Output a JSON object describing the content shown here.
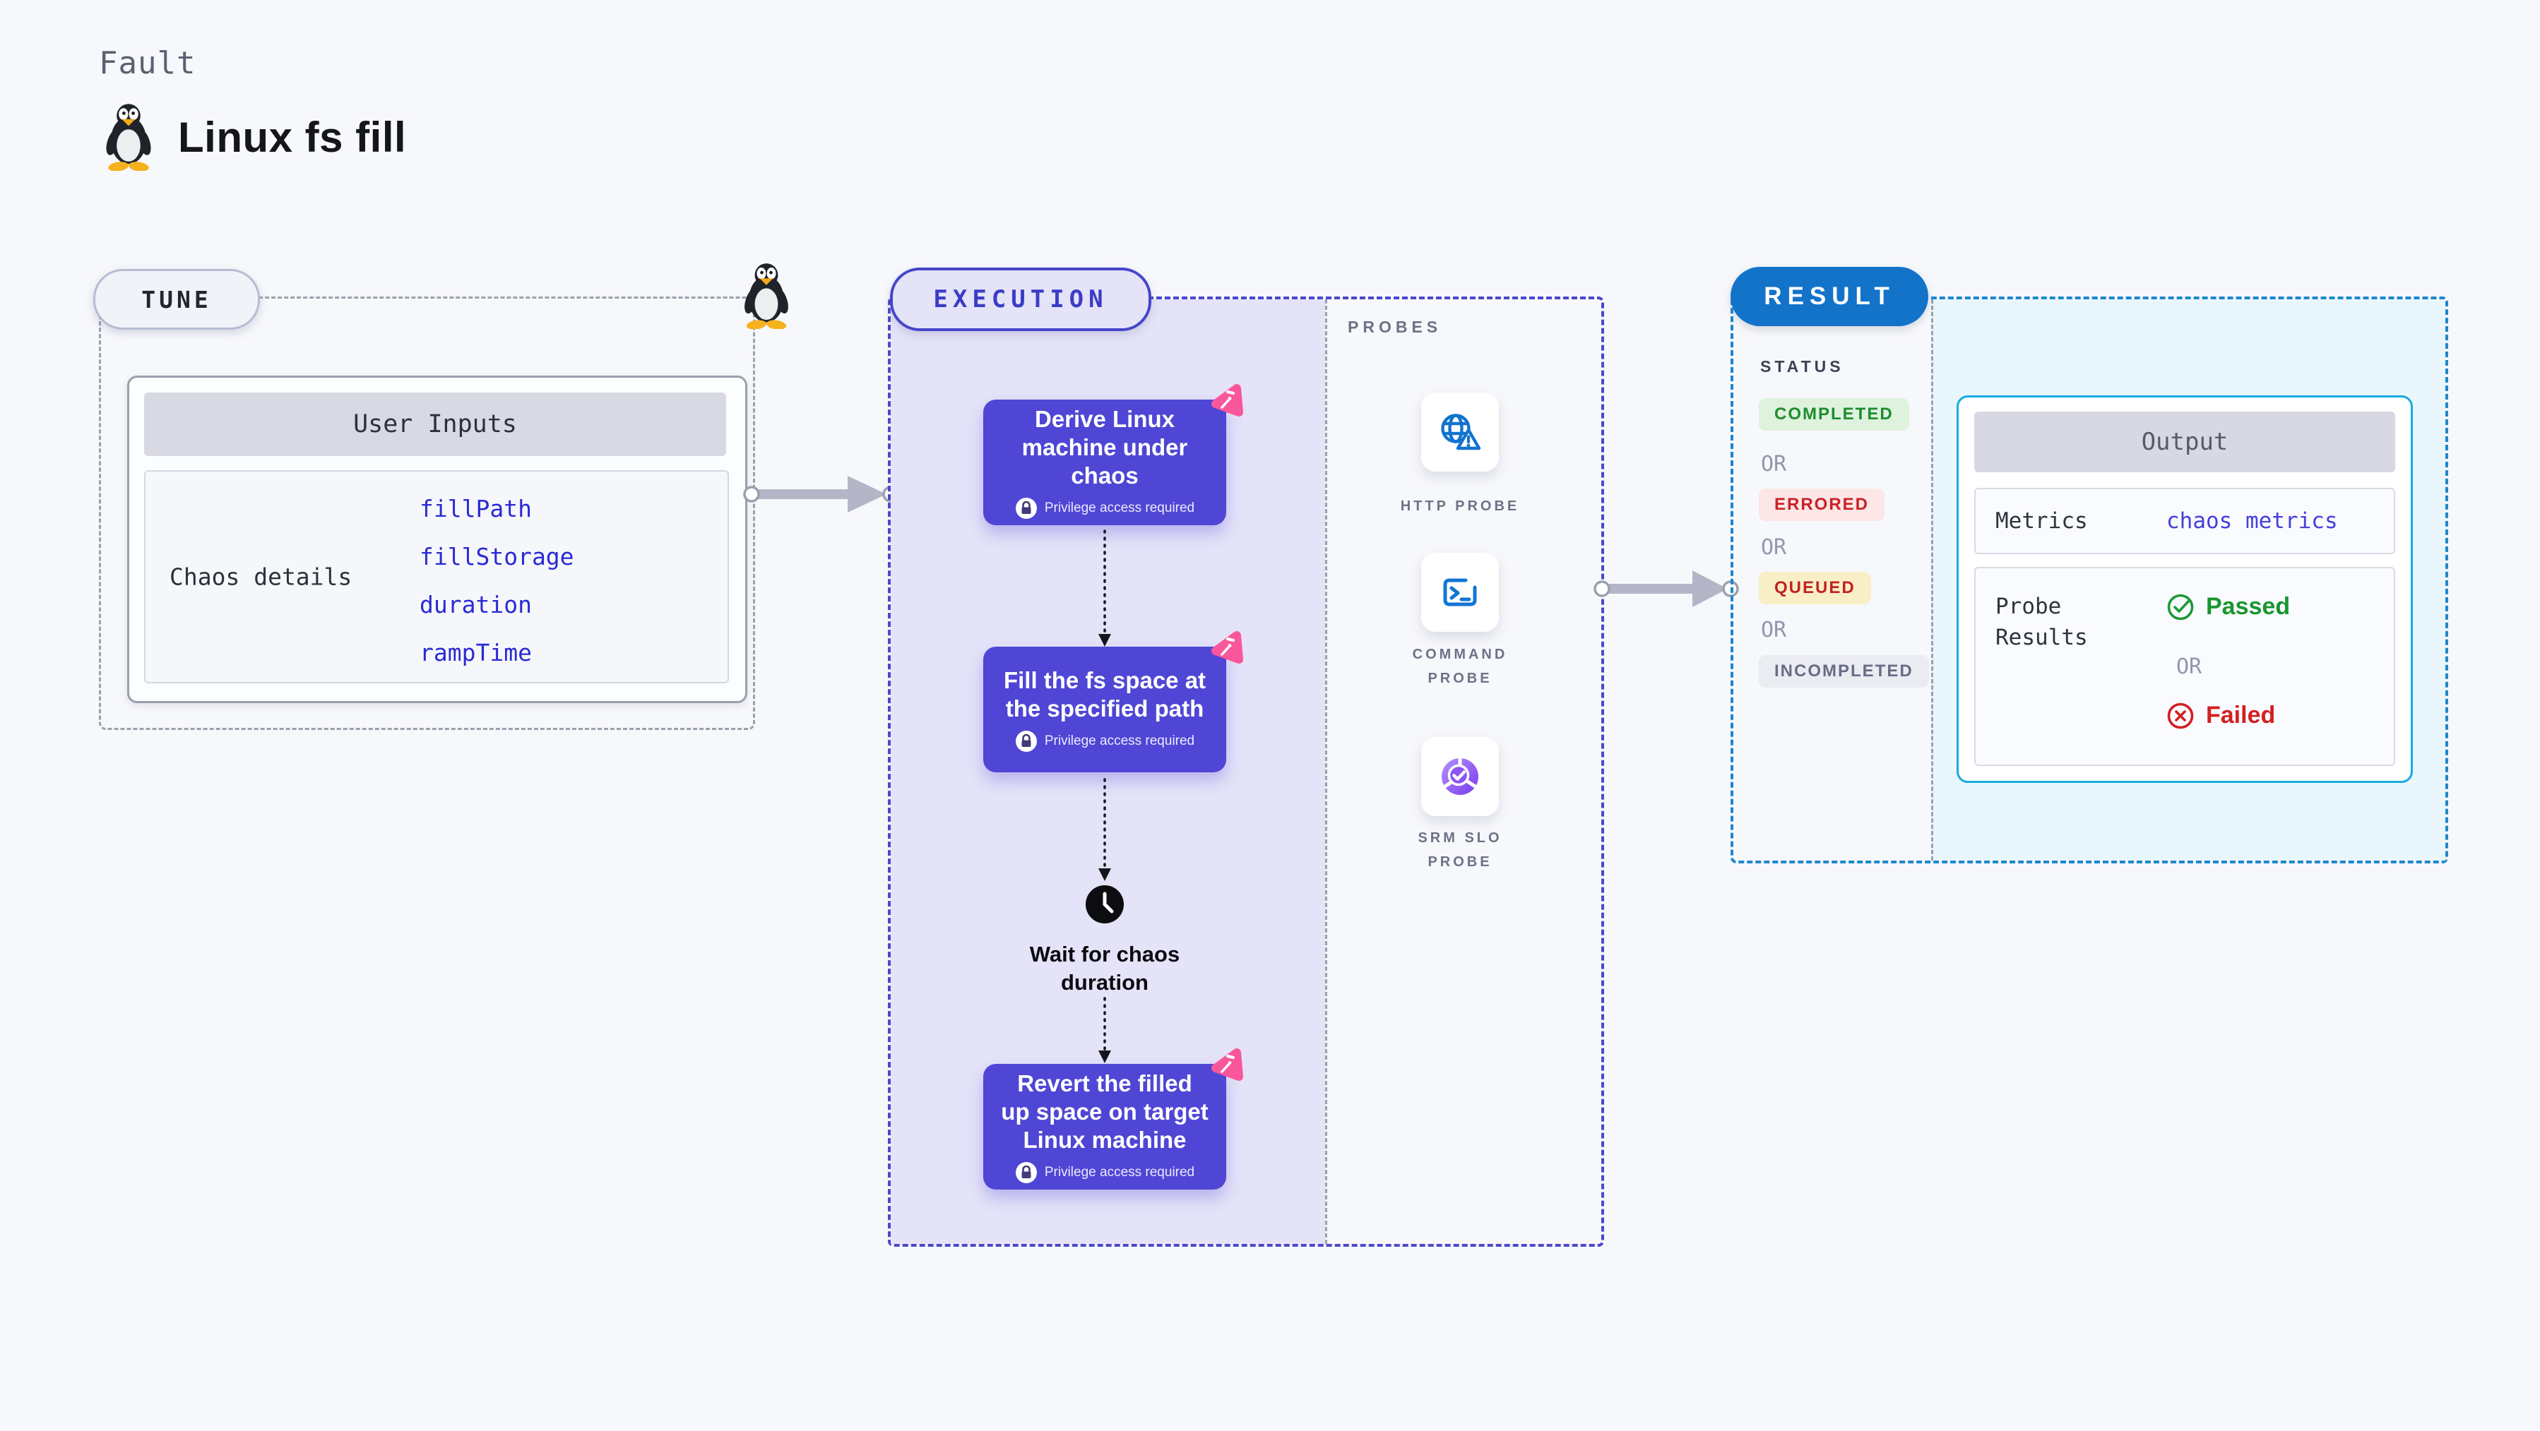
{
  "header": {
    "kicker": "Fault",
    "title": "Linux fs fill"
  },
  "tune": {
    "badge": "TUNE",
    "card_title": "User Inputs",
    "row_label": "Chaos details",
    "inputs": [
      "fillPath",
      "fillStorage",
      "duration",
      "rampTime"
    ]
  },
  "execution": {
    "badge": "EXECUTION",
    "steps": [
      {
        "title": "Derive Linux machine under chaos",
        "note": "Privilege access required"
      },
      {
        "title": "Fill the fs space at the specified path",
        "note": "Privilege access required"
      },
      {
        "title": "Revert the filled up space on target Linux machine",
        "note": "Privilege access required"
      }
    ],
    "wait_label": "Wait for chaos duration"
  },
  "probes": {
    "label": "PROBES",
    "items": [
      {
        "name": "HTTP PROBE",
        "icon": "globe-alert-icon"
      },
      {
        "name": "COMMAND PROBE",
        "icon": "terminal-icon"
      },
      {
        "name": "SRM SLO PROBE",
        "icon": "slo-donut-icon"
      }
    ]
  },
  "result": {
    "badge": "RESULT",
    "status_label": "STATUS",
    "or_label": "OR",
    "statuses": [
      {
        "label": "COMPLETED",
        "bg": "#def2de",
        "color": "#1d8d2c"
      },
      {
        "label": "ERRORED",
        "bg": "#fce6e6",
        "color": "#cb2127"
      },
      {
        "label": "QUEUED",
        "bg": "#f9efc6",
        "color": "#c32120"
      },
      {
        "label": "INCOMPLETED",
        "bg": "#ebecf2",
        "color": "#686c85"
      }
    ],
    "output": {
      "title": "Output",
      "metrics_label": "Metrics",
      "metrics_value": "chaos metrics",
      "probe_results_label": "Probe Results",
      "passed": "Passed",
      "failed": "Failed"
    }
  },
  "colors": {
    "page_bg": "#f7f8fb",
    "execution_accent": "#4a47cc",
    "execution_fill": "#e4e3f8",
    "step_fill": "#4f46d5",
    "chaos_pin_pink": "#f9569b",
    "result_accent": "#1d87cd",
    "result_fill": "#e9f6fc",
    "result_badge_bg": "#1273c9",
    "output_border": "#16ace3",
    "probe_icon_blue": "#1273cf",
    "slo_purple": "#7b3aee",
    "link_blue": "#2a2ad4",
    "passed_green": "#18962e",
    "failed_red": "#d32020"
  }
}
